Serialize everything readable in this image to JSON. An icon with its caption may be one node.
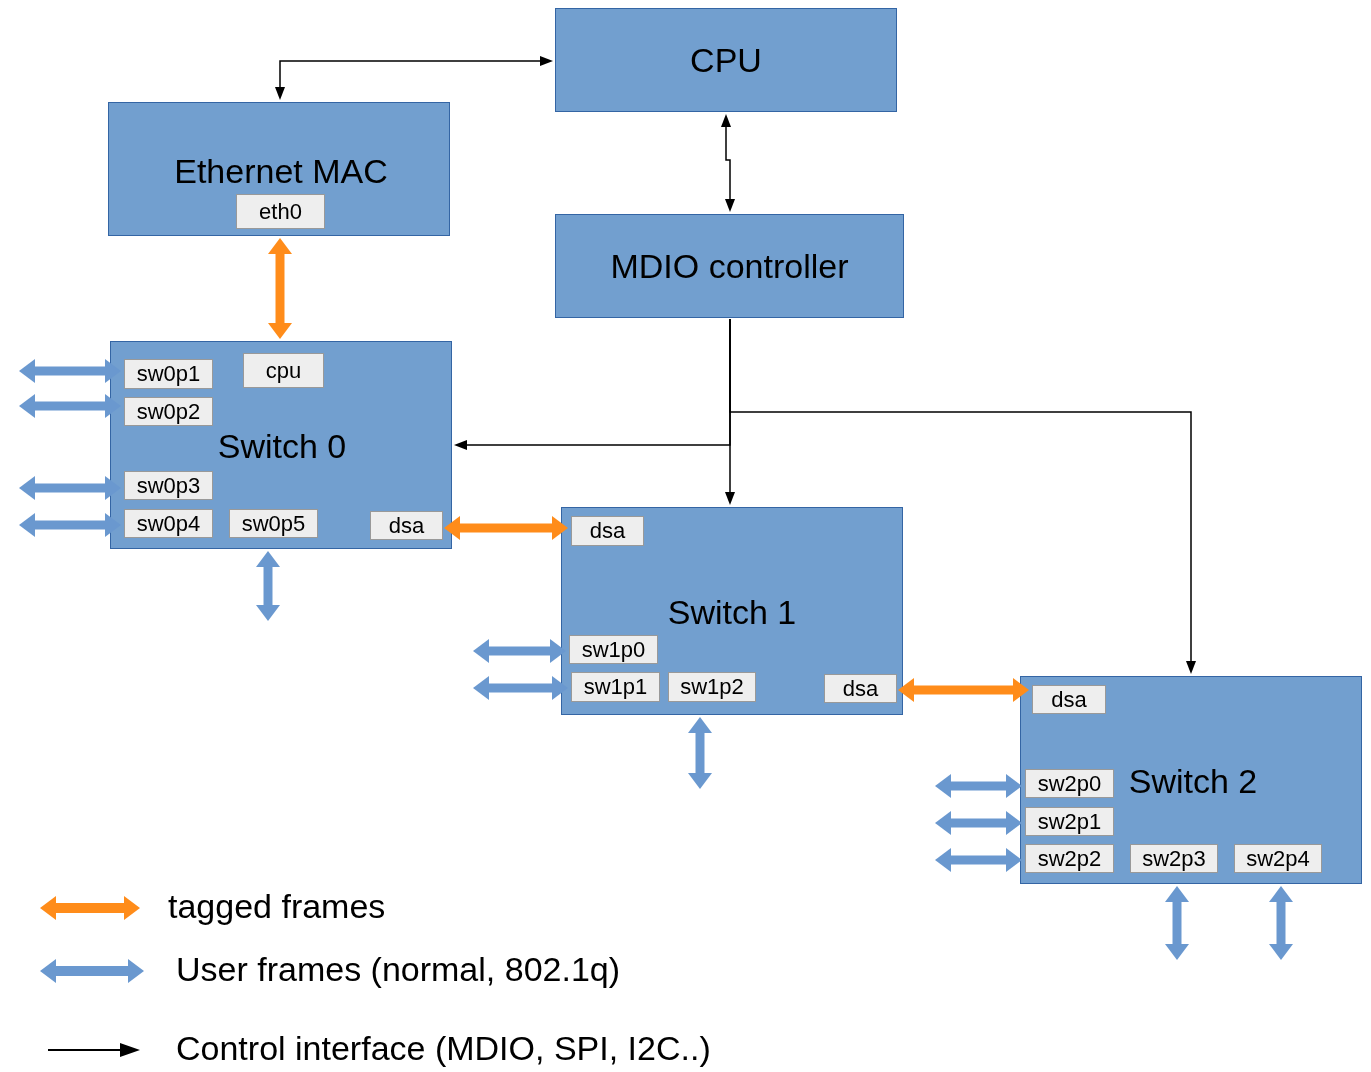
{
  "diagram": {
    "nodes": [
      {
        "text": [
          "CPU"
        ]
      },
      {
        "text": [
          "Ethernet MAC"
        ]
      },
      {
        "text": [
          "eth0"
        ],
        "in": 1
      },
      {
        "text": [
          "MDIO controller"
        ]
      },
      {
        "text": [
          "Switch 0"
        ]
      },
      {
        "text": [
          "sw0p1"
        ],
        "in": 4
      },
      {
        "text": [
          "cpu"
        ],
        "in": 4
      },
      {
        "text": [
          "sw0p2"
        ],
        "in": 4
      },
      {
        "text": [
          "sw0p3"
        ],
        "in": 4
      },
      {
        "text": [
          "sw0p4"
        ],
        "in": 4
      },
      {
        "text": [
          "sw0p5"
        ],
        "in": 4
      },
      {
        "text": [
          "dsa"
        ],
        "in": 4
      },
      {
        "text": [
          "Switch 1"
        ]
      },
      {
        "text": [
          "dsa"
        ],
        "in": 12
      },
      {
        "text": [
          "sw1p0"
        ],
        "in": 12
      },
      {
        "text": [
          "sw1p1"
        ],
        "in": 12
      },
      {
        "text": [
          "sw1p2"
        ],
        "in": 12
      },
      {
        "text": [
          "dsa"
        ],
        "in": 12
      },
      {
        "text": [
          "Switch 2"
        ]
      },
      {
        "text": [
          "dsa"
        ],
        "in": 18
      },
      {
        "text": [
          "sw2p0"
        ],
        "in": 18
      },
      {
        "text": [
          "sw2p1"
        ],
        "in": 18
      },
      {
        "text": [
          "sw2p2"
        ],
        "in": 18
      },
      {
        "text": [
          "sw2p3"
        ],
        "in": 18
      },
      {
        "text": [
          "sw2p4"
        ],
        "in": 18
      }
    ],
    "edges": [
      {
        "from": 0,
        "to": 1,
        "arrow": "both",
        "color": "#000000"
      },
      {
        "from": 0,
        "to": 3,
        "arrow": "both",
        "color": "#000000"
      },
      {
        "from": 3,
        "to": 4,
        "arrow": "to",
        "color": "#000000"
      },
      {
        "from": 3,
        "to": 12,
        "arrow": "to",
        "color": "#000000"
      },
      {
        "from": 3,
        "to": 18,
        "arrow": "to",
        "color": "#000000"
      },
      {
        "from": 1,
        "to": 4,
        "arrow": "both",
        "color": "#ff8c1a"
      },
      {
        "from": 11,
        "to": 13,
        "arrow": "both",
        "color": "#ff8c1a"
      },
      {
        "from": 17,
        "to": 19,
        "arrow": "both",
        "color": "#ff8c1a"
      },
      {
        "from": null,
        "to": 5,
        "arrow": "both"
      },
      {
        "from": null,
        "to": 7,
        "arrow": "both"
      },
      {
        "from": null,
        "to": 8,
        "arrow": "both"
      },
      {
        "from": null,
        "to": 9,
        "arrow": "both"
      },
      {
        "from": 4,
        "to": null,
        "arrow": "both"
      },
      {
        "from": null,
        "to": 14,
        "arrow": "both"
      },
      {
        "from": null,
        "to": 15,
        "arrow": "both"
      },
      {
        "from": 12,
        "to": null,
        "arrow": "both"
      },
      {
        "from": null,
        "to": 20,
        "arrow": "both"
      },
      {
        "from": null,
        "to": 21,
        "arrow": "both"
      },
      {
        "from": null,
        "to": 22,
        "arrow": "both"
      },
      {
        "from": 18,
        "to": null,
        "arrow": "both"
      },
      {
        "from": 18,
        "to": null,
        "arrow": "both"
      }
    ],
    "legend": [
      {
        "text": "tagged frames"
      },
      {
        "text": "User frames (normal, 802.1q)"
      },
      {
        "text": "Control interface (MDIO, SPI, I2C..)"
      }
    ]
  }
}
